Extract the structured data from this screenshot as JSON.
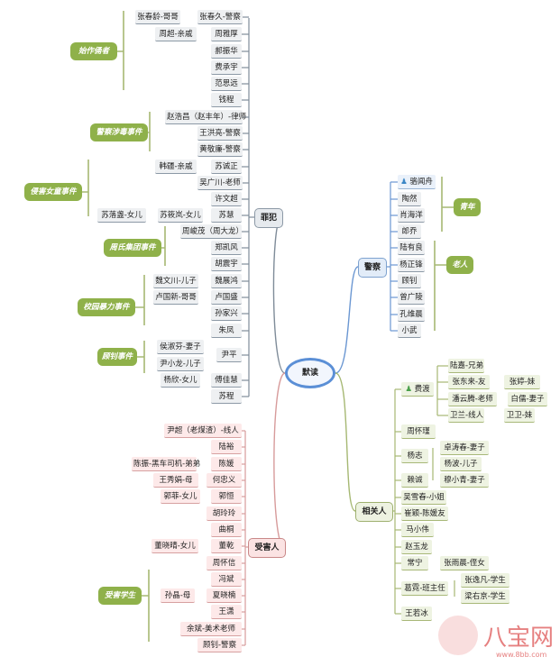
{
  "colors": {
    "accent_blue": "#5b8fd6",
    "category_green": "#8fb14a",
    "victim_pink": "#fde9e9",
    "crime_gray": "#eef0f2"
  },
  "root": {
    "label": "默读"
  },
  "branches": {
    "crime": "罪犯",
    "police": "警察",
    "victim": "受害人",
    "related": "相关人"
  },
  "categories": {
    "c1": "始作俑者",
    "c2": "警察涉毒事件",
    "c3": "侵害女童事件",
    "c4": "周氏集团事件",
    "c5": "校园暴力事件",
    "c6": "顾钊事件",
    "p1": "青年",
    "p2": "老人",
    "v1": "受害学生"
  },
  "crime_nodes": {
    "n1": "张春久-警察",
    "n2": "周雅厚",
    "n3": "郝振华",
    "n4": "费承宇",
    "n5": "范思远",
    "n6": "钱程",
    "n7": "赵浩昌（赵丰年）-律师",
    "n8": "王洪亮-警察",
    "n9": "黄敬廉-警察",
    "n10": "韩疆-亲戚",
    "n11": "苏诚正",
    "n12": "吴广川-老师",
    "n13": "许文超",
    "n14": "苏筱岚-女儿",
    "n15": "苏慧",
    "n16": "周峻茂（周大龙）",
    "n17": "郑凯风",
    "n18": "胡震宇",
    "n19": "魏文川-儿子",
    "n20": "魏展鸿",
    "n21": "卢国盛",
    "n22": "孙家兴",
    "n23": "朱凤",
    "n24": "尹平",
    "n25": "傅佳慧",
    "n26": "苏程",
    "s1": "张春龄-哥哥",
    "s2": "周超-亲戚",
    "s3": "苏落盏-女儿",
    "s4": "卢国新-哥哥",
    "s5": "侯淑芬-妻子",
    "s6": "尹小龙-儿子",
    "s7": "杨欣-女儿"
  },
  "police_nodes": {
    "n1": "骆闻舟",
    "n2": "陶然",
    "n3": "肖海洋",
    "n4": "郎乔",
    "n5": "陆有良",
    "n6": "杨正锋",
    "n7": "顾钊",
    "n8": "曾广陵",
    "n9": "孔维晨",
    "n10": "小武"
  },
  "victim_nodes": {
    "n1": "尹超（老煤渣）-线人",
    "n2": "陆裕",
    "n3": "陈媛",
    "n4": "何忠义",
    "n5": "郭恒",
    "n6": "胡玲玲",
    "n7": "曲桐",
    "n8": "董乾",
    "n9": "周怀信",
    "n10": "冯斌",
    "n11": "夏晓楠",
    "n12": "王潇",
    "n13": "余斌-美术老师",
    "n14": "顾钊-警察",
    "s1": "陈振-黑车司机-弟弟",
    "s2": "王秀娟-母",
    "s3": "郭菲-女儿",
    "s4": "董晓晴-女儿",
    "s5": "孙晶-母"
  },
  "related_nodes": {
    "n1": "费渡",
    "n2": "周怀瑾",
    "n3": "杨志",
    "n4": "赖诚",
    "n5": "吴雪春-小姐",
    "n6": "崔颖-陈媛友",
    "n7": "马小伟",
    "n8": "赵玉龙",
    "n9": "常宁",
    "n10": "葛霓-班主任",
    "n11": "王若冰",
    "s1": "陆嘉-兄弟",
    "s2": "张东来-友",
    "s3": "潘云腾-老师",
    "s4": "卫兰-线人",
    "s5": "张婷-妹",
    "s6": "白儒-妻子",
    "s7": "卫卫-妹",
    "s8": "卓涛春-妻子",
    "s9": "杨波-儿子",
    "s10": "穆小青-妻子",
    "s11": "张雨晨-侄女",
    "s12": "张逸凡-学生",
    "s13": "梁右京-学生"
  },
  "logo": {
    "text": "八宝网",
    "url": "www.8bb.com"
  }
}
